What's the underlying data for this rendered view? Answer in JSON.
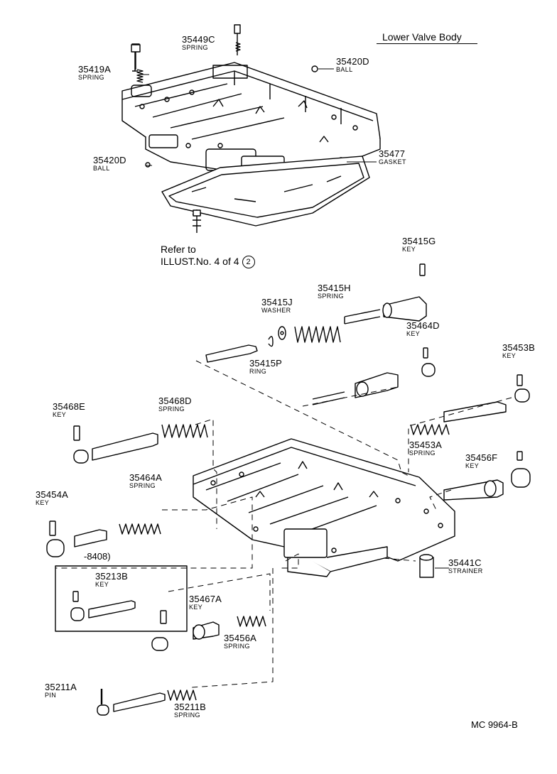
{
  "title": "Lower Valve Body",
  "reference": {
    "line1": "Refer to",
    "line2": "ILLUST.No. 4 of 4",
    "circle": "2"
  },
  "diagram_code": "MC 9964-B",
  "box_label": "-8408)",
  "parts": [
    {
      "id": "p35449C",
      "number": "35449C",
      "desc": "SPRING"
    },
    {
      "id": "p35419A",
      "number": "35419A",
      "desc": "SPRING"
    },
    {
      "id": "p35420D_top",
      "number": "35420D",
      "desc": "BALL"
    },
    {
      "id": "p35420D_left",
      "number": "35420D",
      "desc": "BALL"
    },
    {
      "id": "p35477",
      "number": "35477",
      "desc": "GASKET"
    },
    {
      "id": "p35415G",
      "number": "35415G",
      "desc": "KEY"
    },
    {
      "id": "p35415J",
      "number": "35415J",
      "desc": "WASHER"
    },
    {
      "id": "p35415H",
      "number": "35415H",
      "desc": "SPRING"
    },
    {
      "id": "p35464D",
      "number": "35464D",
      "desc": "KEY"
    },
    {
      "id": "p35415P",
      "number": "35415P",
      "desc": "RING"
    },
    {
      "id": "p35453B",
      "number": "35453B",
      "desc": "KEY"
    },
    {
      "id": "p35468E",
      "number": "35468E",
      "desc": "KEY"
    },
    {
      "id": "p35468D",
      "number": "35468D",
      "desc": "SPRING"
    },
    {
      "id": "p35453A",
      "number": "35453A",
      "desc": "SPRING"
    },
    {
      "id": "p35456F",
      "number": "35456F",
      "desc": "KEY"
    },
    {
      "id": "p35464A",
      "number": "35464A",
      "desc": "SPRING"
    },
    {
      "id": "p35454A",
      "number": "35454A",
      "desc": "KEY"
    },
    {
      "id": "p35213B",
      "number": "35213B",
      "desc": "KEY"
    },
    {
      "id": "p35441C",
      "number": "35441C",
      "desc": "STRAINER"
    },
    {
      "id": "p35467A",
      "number": "35467A",
      "desc": "KEY"
    },
    {
      "id": "p35456A",
      "number": "35456A",
      "desc": "SPRING"
    },
    {
      "id": "p35211A",
      "number": "35211A",
      "desc": "PIN"
    },
    {
      "id": "p35211B",
      "number": "35211B",
      "desc": "SPRING"
    }
  ]
}
